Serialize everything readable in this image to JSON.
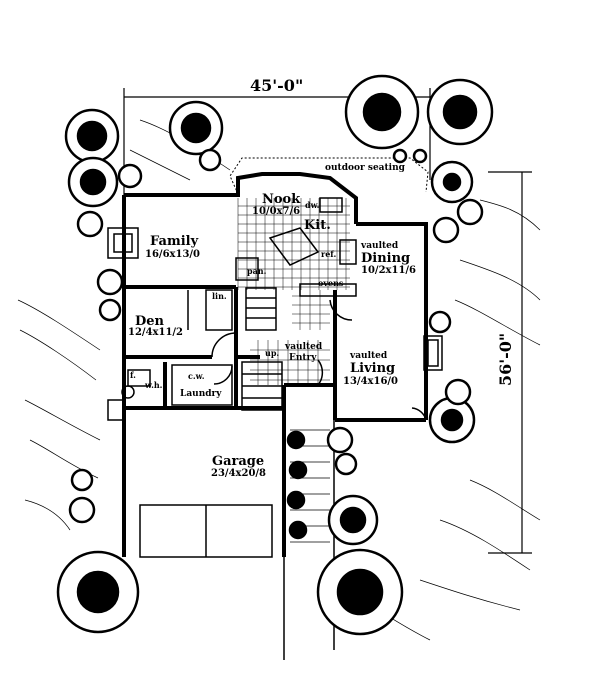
{
  "dimensions": {
    "width": "45'-0\"",
    "depth": "56'-0\""
  },
  "outdoor": "outdoor seating",
  "rooms": {
    "nook": {
      "name": "Nook",
      "size": "10/0x7/6"
    },
    "family": {
      "name": "Family",
      "size": "16/6x13/0"
    },
    "kitchen": {
      "name": "Kit."
    },
    "dining": {
      "modifier": "vaulted",
      "name": "Dining",
      "size": "10/2x11/6"
    },
    "den": {
      "name": "Den",
      "size": "12/4x11/2"
    },
    "entry": {
      "modifier": "vaulted",
      "name": "Entry"
    },
    "living": {
      "modifier": "vaulted",
      "name": "Living",
      "size": "13/4x16/0"
    },
    "laundry": {
      "name": "Laundry"
    },
    "garage": {
      "name": "Garage",
      "size": "23/4x20/8"
    }
  },
  "fixtures": {
    "dw": "dw.",
    "ref": "ref.",
    "pan": "pan.",
    "ovens": "ovens",
    "lin": "lin.",
    "up": "up.",
    "f": "f.",
    "wh": "w.h.",
    "cw": "c.w."
  }
}
